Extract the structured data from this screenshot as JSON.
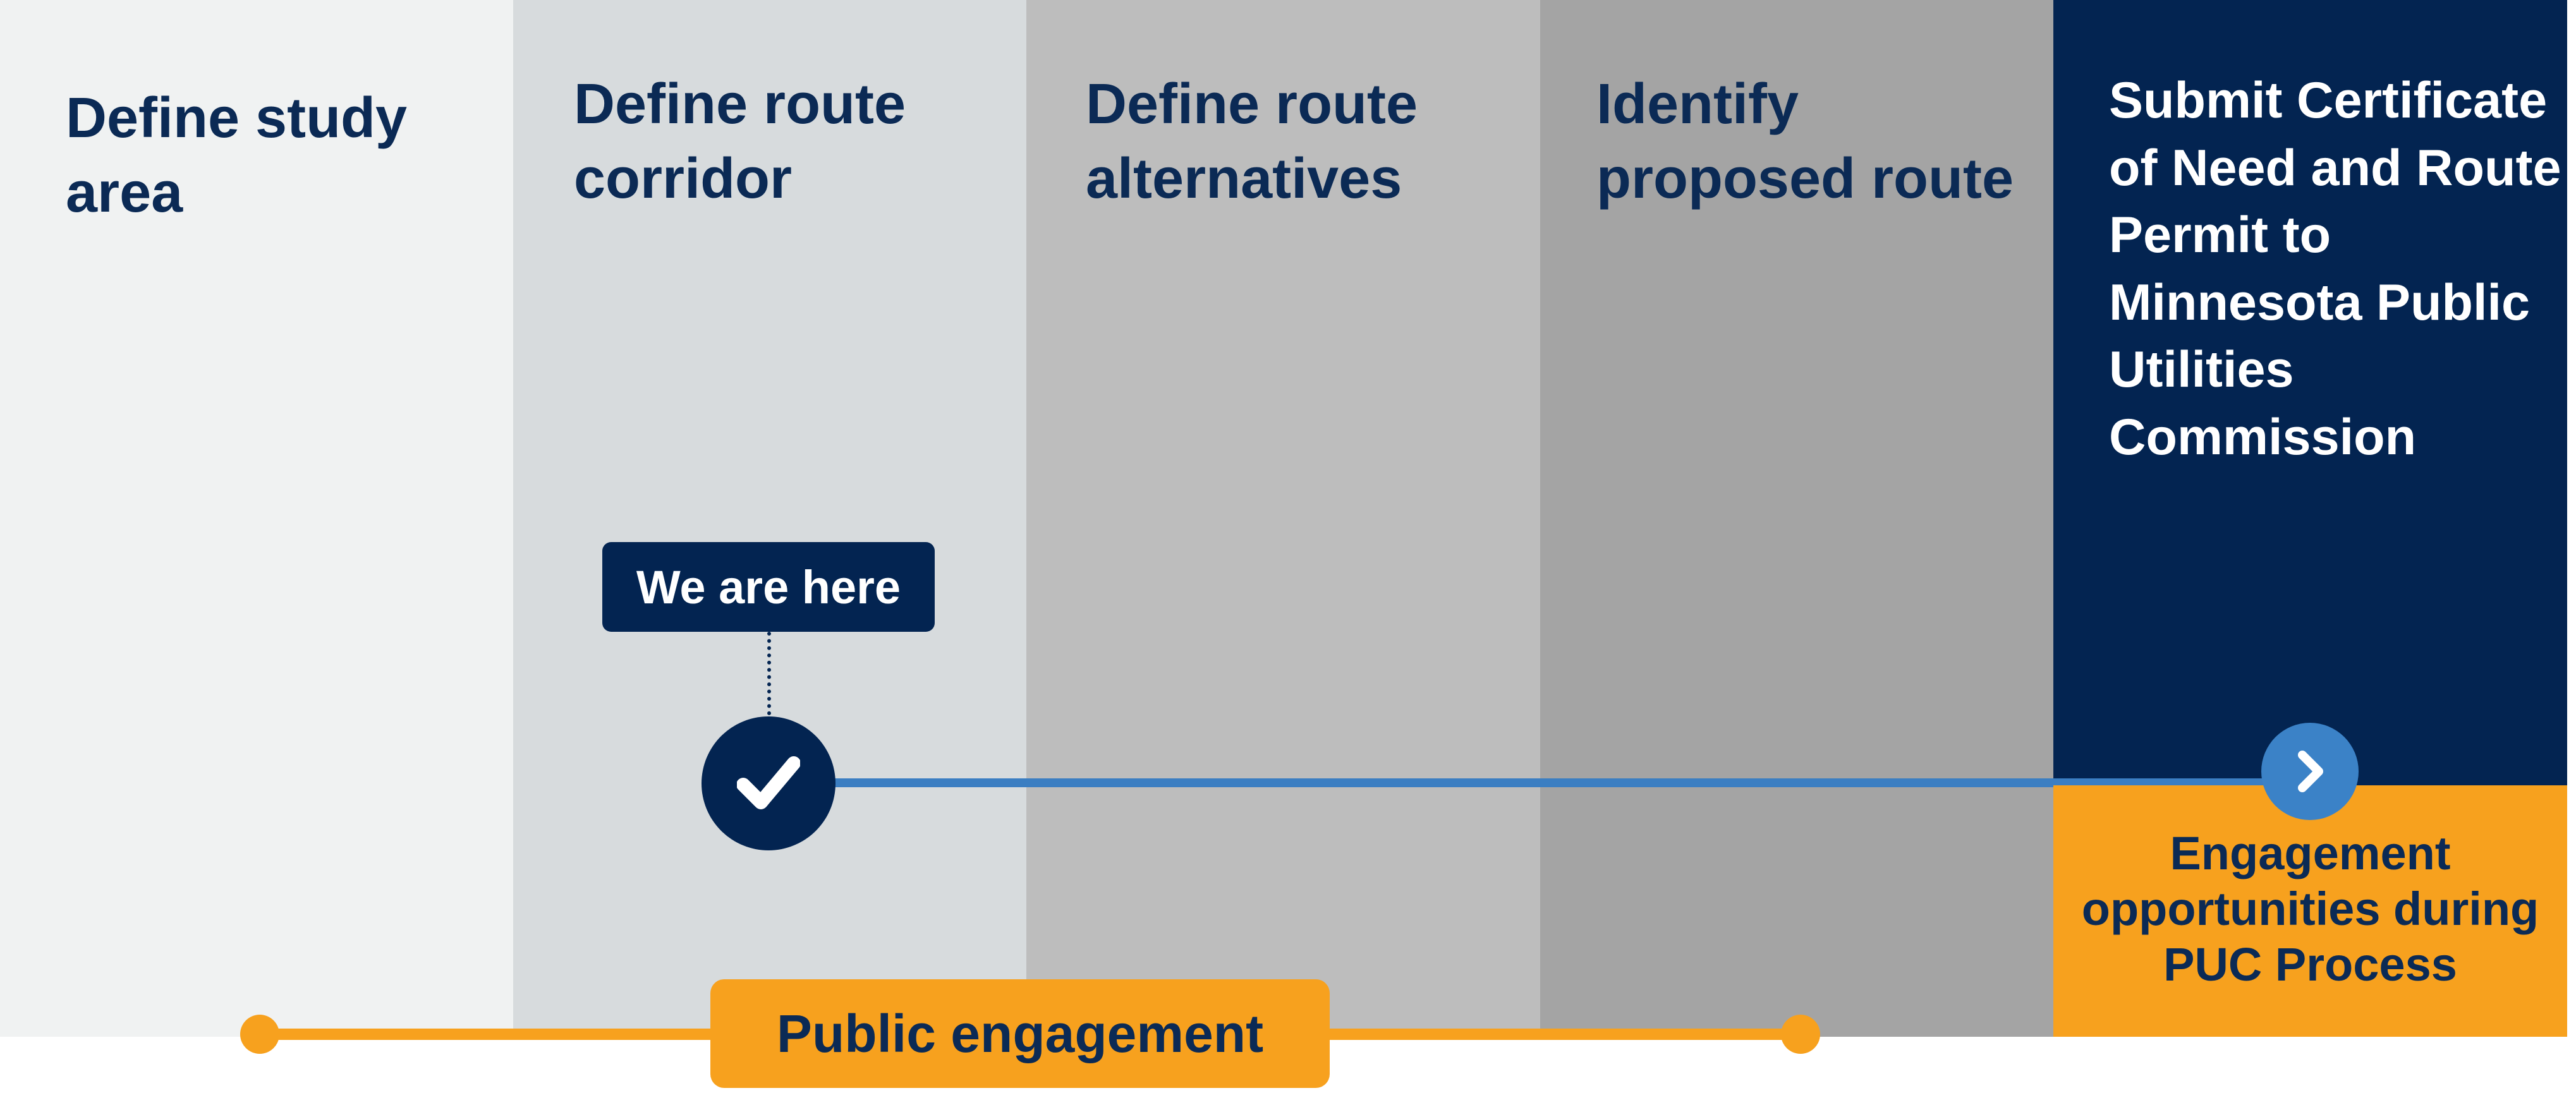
{
  "steps": [
    {
      "title": "Define study area"
    },
    {
      "title": "Define route corridor"
    },
    {
      "title": "Define route alternatives"
    },
    {
      "title": "Identify proposed route"
    },
    {
      "title": "Submit Certificate of Need and Route Permit to Minnesota Public Utilities Commission"
    }
  ],
  "marker": {
    "label": "We are here",
    "current_step_index": 1
  },
  "public_engagement": {
    "label": "Public engagement"
  },
  "puc": {
    "engagement_text": "Engagement opportunities during PUC Process"
  },
  "icons": {
    "current": "check-icon",
    "next": "chevron-right-icon"
  },
  "colors": {
    "navy": "#032451",
    "text_navy": "#0b2a55",
    "orange": "#f7a11e",
    "blue": "#3b7ec2",
    "step_backgrounds": [
      "#f0f2f2",
      "#d7dbdd",
      "#bdbdbd",
      "#a4a4a4",
      "#032451"
    ]
  }
}
